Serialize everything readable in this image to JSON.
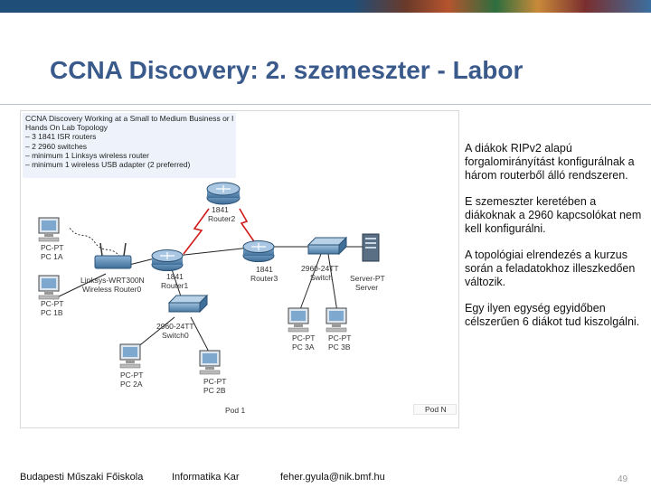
{
  "title": "CCNA Discovery: 2. szemeszter - Labor",
  "diagram": {
    "info_lines": [
      "CCNA Discovery Working at a Small to Medium Business or ISP",
      "Hands On Lab Topology",
      "– 3 1841 ISR routers",
      "– 2 2960 switches",
      "– minimum 1 Linksys wireless router",
      "– minimum 1 wireless USB adapter (2 preferred)"
    ],
    "router2_model": "1841",
    "router2_name": "Router2",
    "router1_model": "1841",
    "router1_name": "Router1",
    "router3_model": "1841",
    "router3_name": "Router3",
    "wireless_model": "Linksys-WRT300N",
    "wireless_name": "Wireless Router0",
    "switch0_model": "2960-24TT",
    "switch0_name": "Switch0",
    "switch_model": "2960-24TT",
    "switch_name": "Switch",
    "server_model": "Server-PT",
    "server_name": "Server",
    "pc1a_model": "PC-PT",
    "pc1a_name": "PC 1A",
    "pc1b_model": "PC-PT",
    "pc1b_name": "PC 1B",
    "pc2a_model": "PC-PT",
    "pc2a_name": "PC 2A",
    "pc2b_model": "PC-PT",
    "pc2b_name": "PC 2B",
    "pc3a_model": "PC-PT",
    "pc3a_name": "PC 3A",
    "pc3b_model": "PC-PT",
    "pc3b_name": "PC 3B",
    "pod_label": "Pod 1",
    "pod_n_label": "Pod N"
  },
  "paragraphs": [
    "A diákok RIPv2 alapú forgalomirányítást konfigurálnak a három routerből álló rendszeren.",
    "E szemeszter keretében a diákoknak a 2960 kapcsolókat nem kell konfigurálni.",
    "A topológiai elrendezés a kurzus során a feladatokhoz illeszkedően változik.",
    "Egy ilyen egység egyidőben célszerűen 6 diákot tud kiszolgálni."
  ],
  "footer": {
    "school": "Budapesti Műszaki Főiskola",
    "dept": "Informatika Kar",
    "email": "feher.gyula@nik.bmf.hu",
    "page": "49"
  },
  "colors": {
    "title": "#3a5a8c",
    "serial_link": "#d11a1a",
    "device_blue": "#4f7fa8"
  }
}
